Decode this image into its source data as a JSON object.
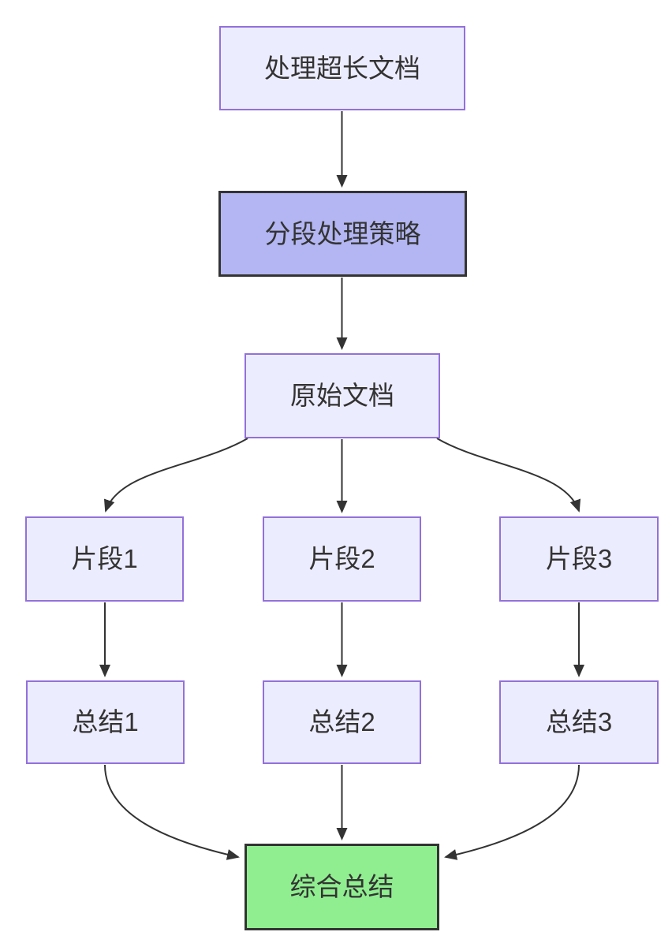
{
  "diagram": {
    "type": "flowchart",
    "direction": "top-down",
    "nodes": [
      {
        "id": "process-long-doc",
        "label": "处理超长文档",
        "style": "default"
      },
      {
        "id": "segmentation-strategy",
        "label": "分段处理策略",
        "style": "emphasis"
      },
      {
        "id": "original-doc",
        "label": "原始文档",
        "style": "default"
      },
      {
        "id": "fragment-1",
        "label": "片段1",
        "style": "default"
      },
      {
        "id": "fragment-2",
        "label": "片段2",
        "style": "default"
      },
      {
        "id": "fragment-3",
        "label": "片段3",
        "style": "default"
      },
      {
        "id": "summary-1",
        "label": "总结1",
        "style": "default"
      },
      {
        "id": "summary-2",
        "label": "总结2",
        "style": "default"
      },
      {
        "id": "summary-3",
        "label": "总结3",
        "style": "default"
      },
      {
        "id": "final-summary",
        "label": "综合总结",
        "style": "success"
      }
    ],
    "edges": [
      {
        "from": "process-long-doc",
        "to": "segmentation-strategy"
      },
      {
        "from": "segmentation-strategy",
        "to": "original-doc"
      },
      {
        "from": "original-doc",
        "to": "fragment-1"
      },
      {
        "from": "original-doc",
        "to": "fragment-2"
      },
      {
        "from": "original-doc",
        "to": "fragment-3"
      },
      {
        "from": "fragment-1",
        "to": "summary-1"
      },
      {
        "from": "fragment-2",
        "to": "summary-2"
      },
      {
        "from": "fragment-3",
        "to": "summary-3"
      },
      {
        "from": "summary-1",
        "to": "final-summary"
      },
      {
        "from": "summary-2",
        "to": "final-summary"
      },
      {
        "from": "summary-3",
        "to": "final-summary"
      }
    ],
    "colors": {
      "background": "#ffffff",
      "node_fill": "#ececff",
      "node_border": "#9370db",
      "emphasis_fill": "#b3b6f2",
      "emphasis_border": "#333333",
      "success_fill": "#90ee90",
      "success_border": "#333333",
      "edge_stroke": "#333333",
      "text": "#333333"
    }
  }
}
